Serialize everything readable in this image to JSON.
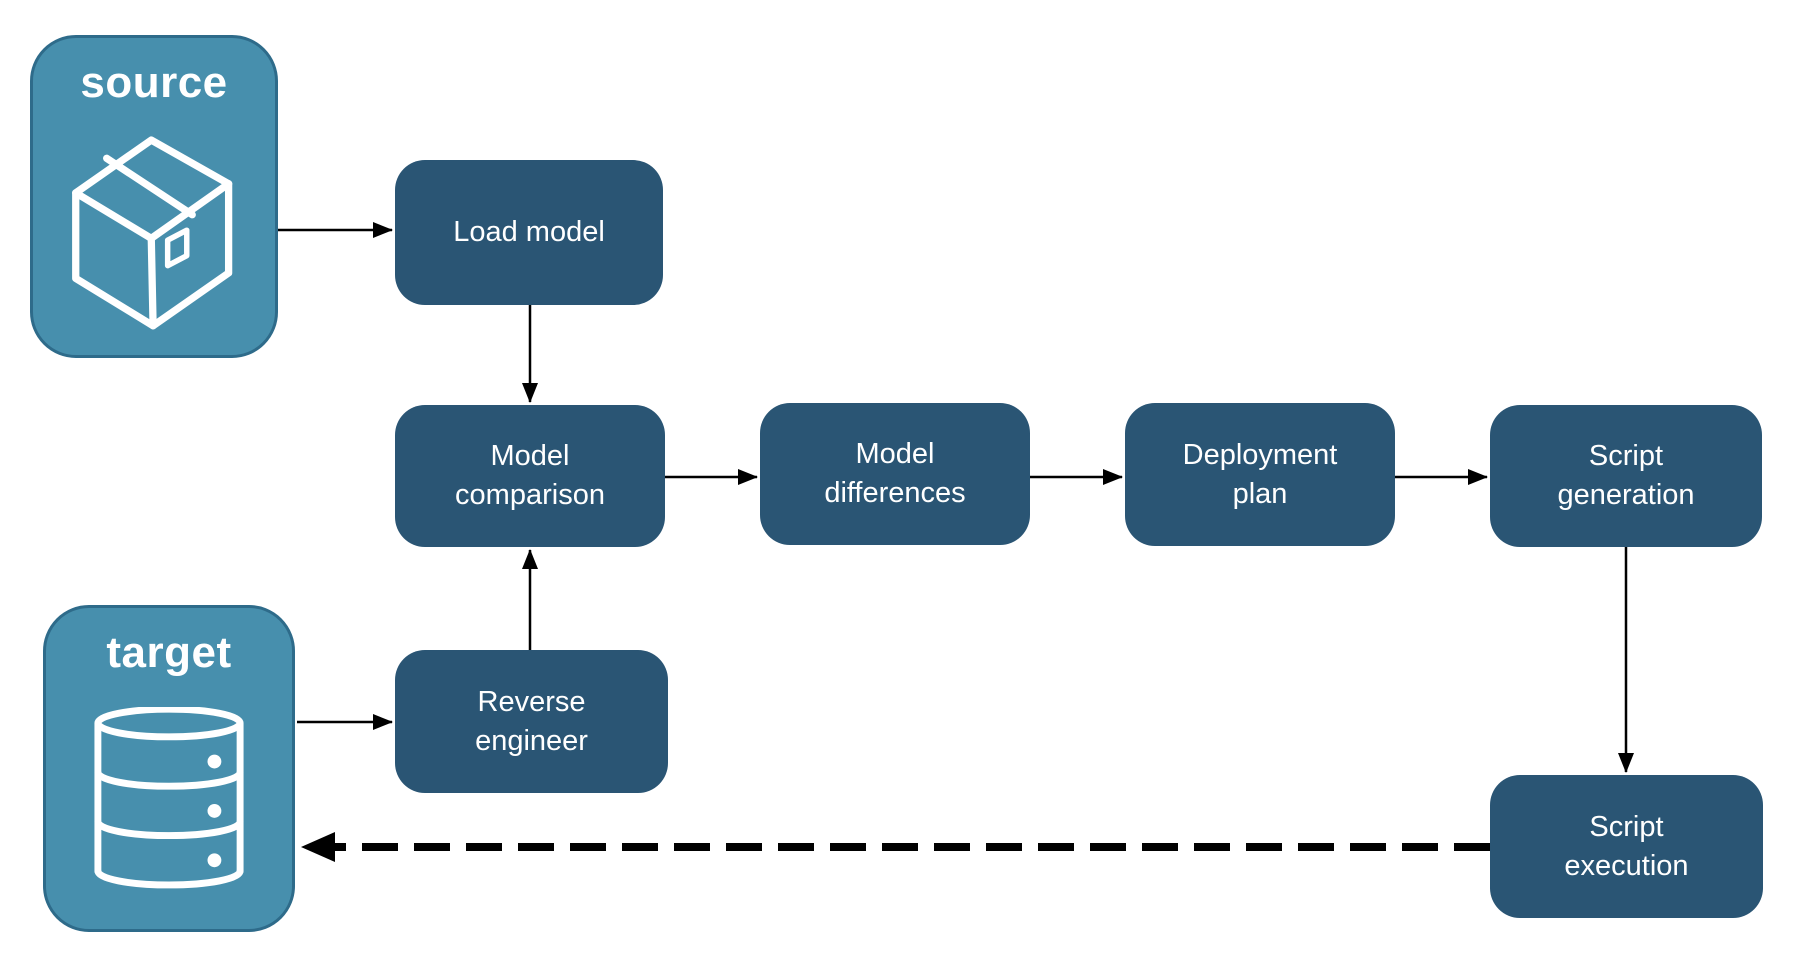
{
  "colors": {
    "node_dark": "#2A5574",
    "node_light": "#478FAD",
    "node_light_border": "#2E6B8A",
    "arrow": "#000000",
    "text": "#FFFFFF",
    "background": "#FFFFFF"
  },
  "nodes": {
    "source": {
      "label": "source",
      "type": "endpoint",
      "icon": "package-icon"
    },
    "target": {
      "label": "target",
      "type": "endpoint",
      "icon": "database-icon"
    },
    "load_model": {
      "label": "Load model",
      "type": "process"
    },
    "model_comparison": {
      "label": "Model\ncomparison",
      "type": "process"
    },
    "model_differences": {
      "label": "Model\ndifferences",
      "type": "process"
    },
    "deployment_plan": {
      "label": "Deployment\nplan",
      "type": "process"
    },
    "script_generation": {
      "label": "Script\ngeneration",
      "type": "process"
    },
    "reverse_engineer": {
      "label": "Reverse\nengineer",
      "type": "process"
    },
    "script_execution": {
      "label": "Script\nexecution",
      "type": "process"
    }
  },
  "edges": [
    {
      "from": "source",
      "to": "load_model",
      "style": "solid"
    },
    {
      "from": "load_model",
      "to": "model_comparison",
      "style": "solid"
    },
    {
      "from": "target",
      "to": "reverse_engineer",
      "style": "solid"
    },
    {
      "from": "reverse_engineer",
      "to": "model_comparison",
      "style": "solid"
    },
    {
      "from": "model_comparison",
      "to": "model_differences",
      "style": "solid"
    },
    {
      "from": "model_differences",
      "to": "deployment_plan",
      "style": "solid"
    },
    {
      "from": "deployment_plan",
      "to": "script_generation",
      "style": "solid"
    },
    {
      "from": "script_generation",
      "to": "script_execution",
      "style": "solid"
    },
    {
      "from": "script_execution",
      "to": "target",
      "style": "dashed"
    }
  ]
}
